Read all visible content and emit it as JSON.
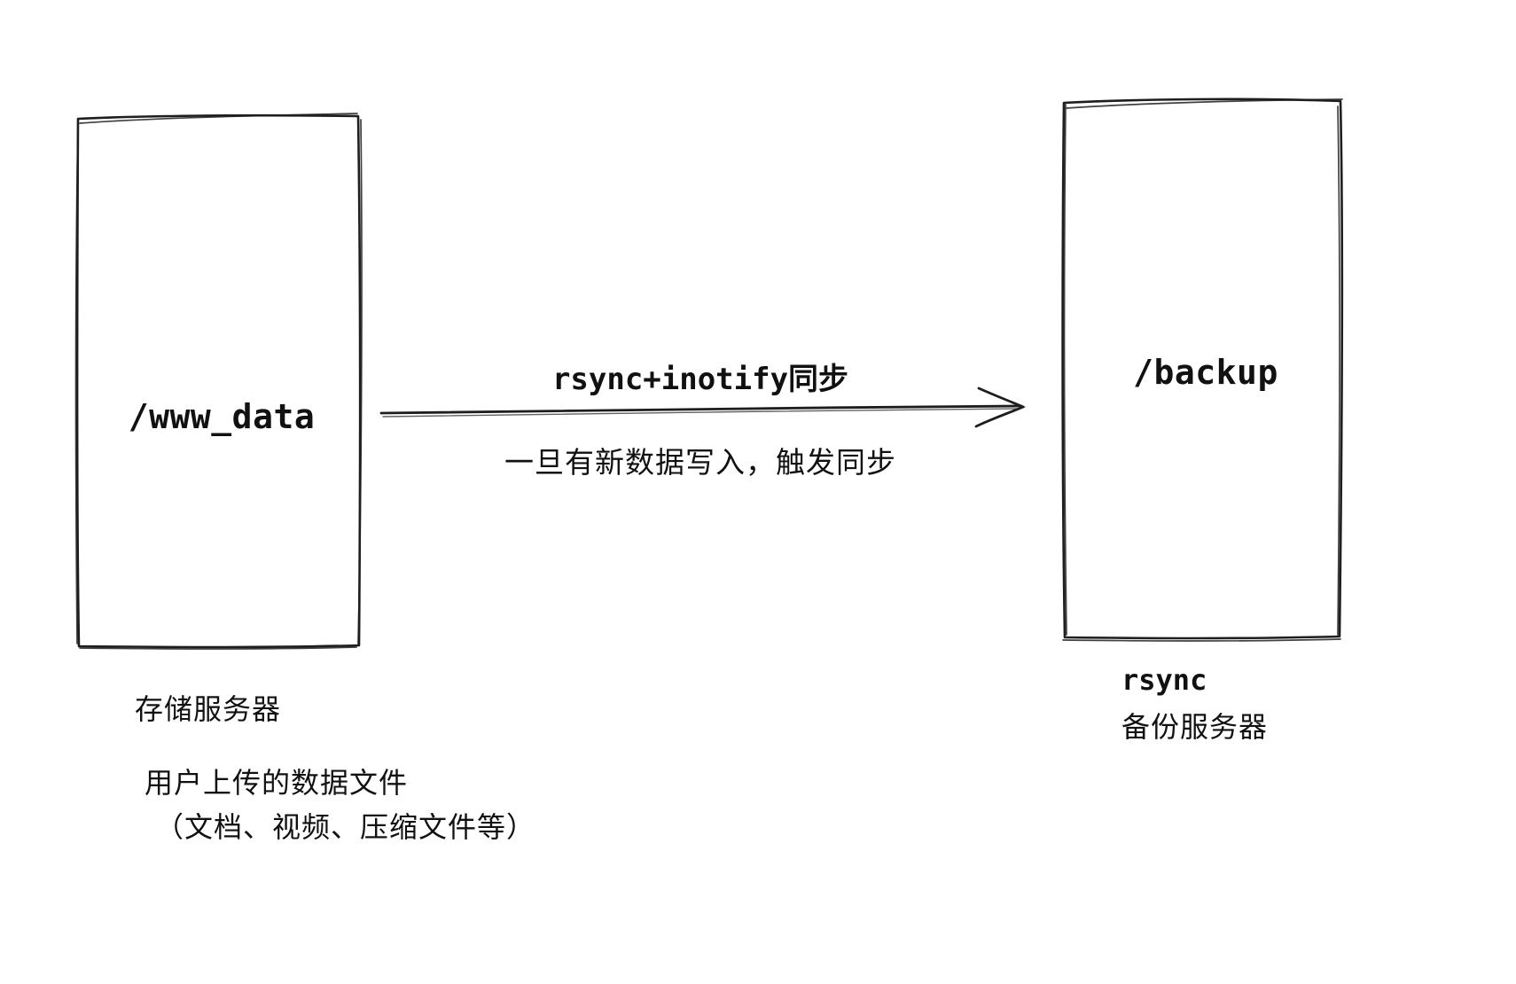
{
  "diagram": {
    "type": "hand-drawn-flow",
    "background_color": "#ffffff",
    "stroke_color": "#1e1e1e",
    "nodes": [
      {
        "id": "source-node",
        "label": "/www_data",
        "shape": "rectangle",
        "captions": [
          "存储服务器",
          "用户上传的数据文件",
          "（文档、视频、压缩文件等）"
        ]
      },
      {
        "id": "target-node",
        "label": "/backup",
        "shape": "rectangle",
        "captions": [
          "rsync",
          "备份服务器"
        ]
      }
    ],
    "edges": [
      {
        "id": "sync-edge",
        "from": "source-node",
        "to": "target-node",
        "direction": "right",
        "label_above": "rsync+inotify同步",
        "label_below": "一旦有新数据写入，触发同步"
      }
    ]
  },
  "nodes": {
    "source": {
      "label": "/www_data",
      "caption_title": "存储服务器",
      "caption_desc_line1": "用户上传的数据文件",
      "caption_desc_line2": "（文档、视频、压缩文件等）"
    },
    "target": {
      "label": "/backup",
      "caption_title": "rsync",
      "caption_subtitle": "备份服务器"
    }
  },
  "edge": {
    "label_top": "rsync+inotify同步",
    "label_bottom": "一旦有新数据写入，触发同步"
  }
}
